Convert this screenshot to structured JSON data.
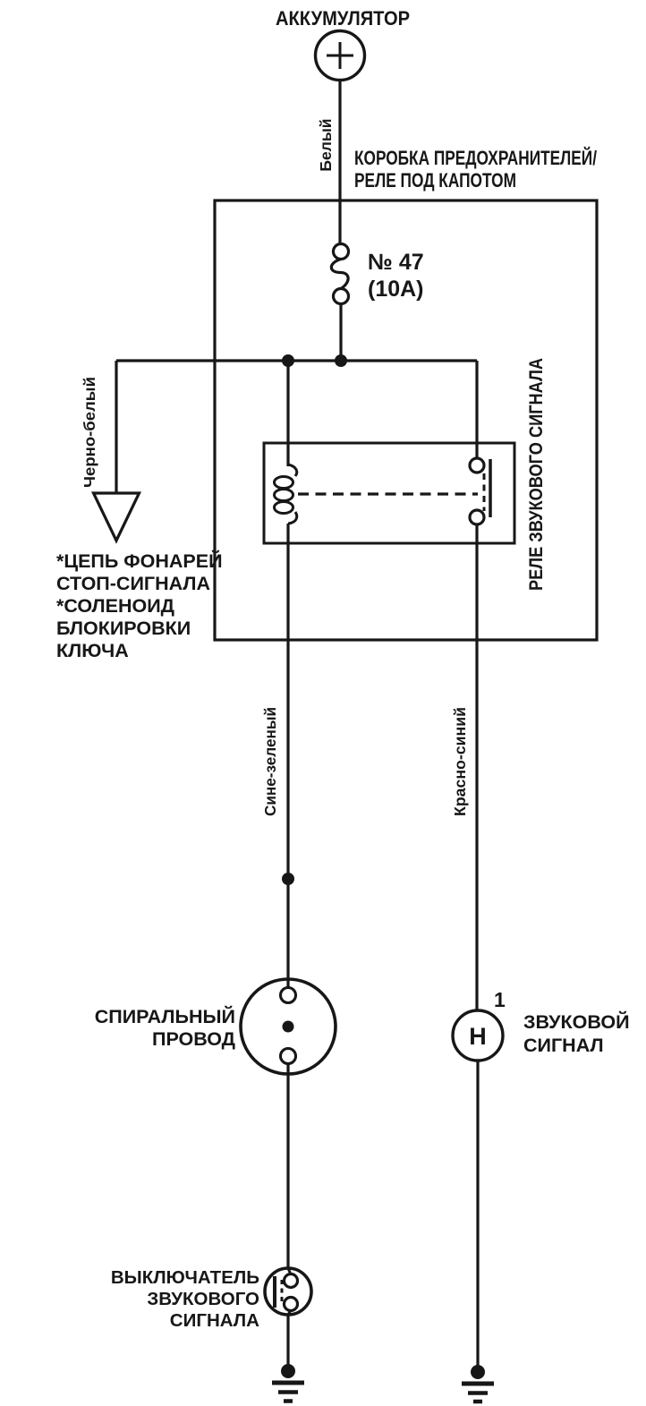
{
  "diagram": {
    "battery": {
      "label": "АККУМУЛЯТОР"
    },
    "fusebox": {
      "label1": "КОРОБКА ПРЕДОХРАНИТЕЛЕЙ/",
      "label2": "РЕЛЕ ПОД КАПОТОМ"
    },
    "fuse": {
      "number": "№ 47",
      "rating": "(10А)"
    },
    "relay": {
      "label": "РЕЛЕ ЗВУКОВОГО СИГНАЛА"
    },
    "branch": {
      "line1": "*ЦЕПЬ ФОНАРЕЙ",
      "line2": "СТОП-СИГНАЛА",
      "line3": "*СОЛЕНОИД",
      "line4": "БЛОКИРОВКИ",
      "line5": "КЛЮЧА"
    },
    "wires": {
      "white": "Белый",
      "black_white": "Черно-белый",
      "blue_green": "Сине-зеленый",
      "red_blue": "Красно-синий"
    },
    "spiral": {
      "line1": "СПИРАЛЬНЫЙ",
      "line2": "ПРОВОД"
    },
    "horn": {
      "line1": "ЗВУКОВОЙ",
      "line2": "СИГНАЛ",
      "letter": "Н",
      "pin": "1"
    },
    "switch": {
      "line1": "ВЫКЛЮЧАТЕЛЬ",
      "line2": "ЗВУКОВОГО",
      "line3": "СИГНАЛА"
    },
    "colors": {
      "line": "#171717",
      "background": "#ffffff"
    }
  }
}
